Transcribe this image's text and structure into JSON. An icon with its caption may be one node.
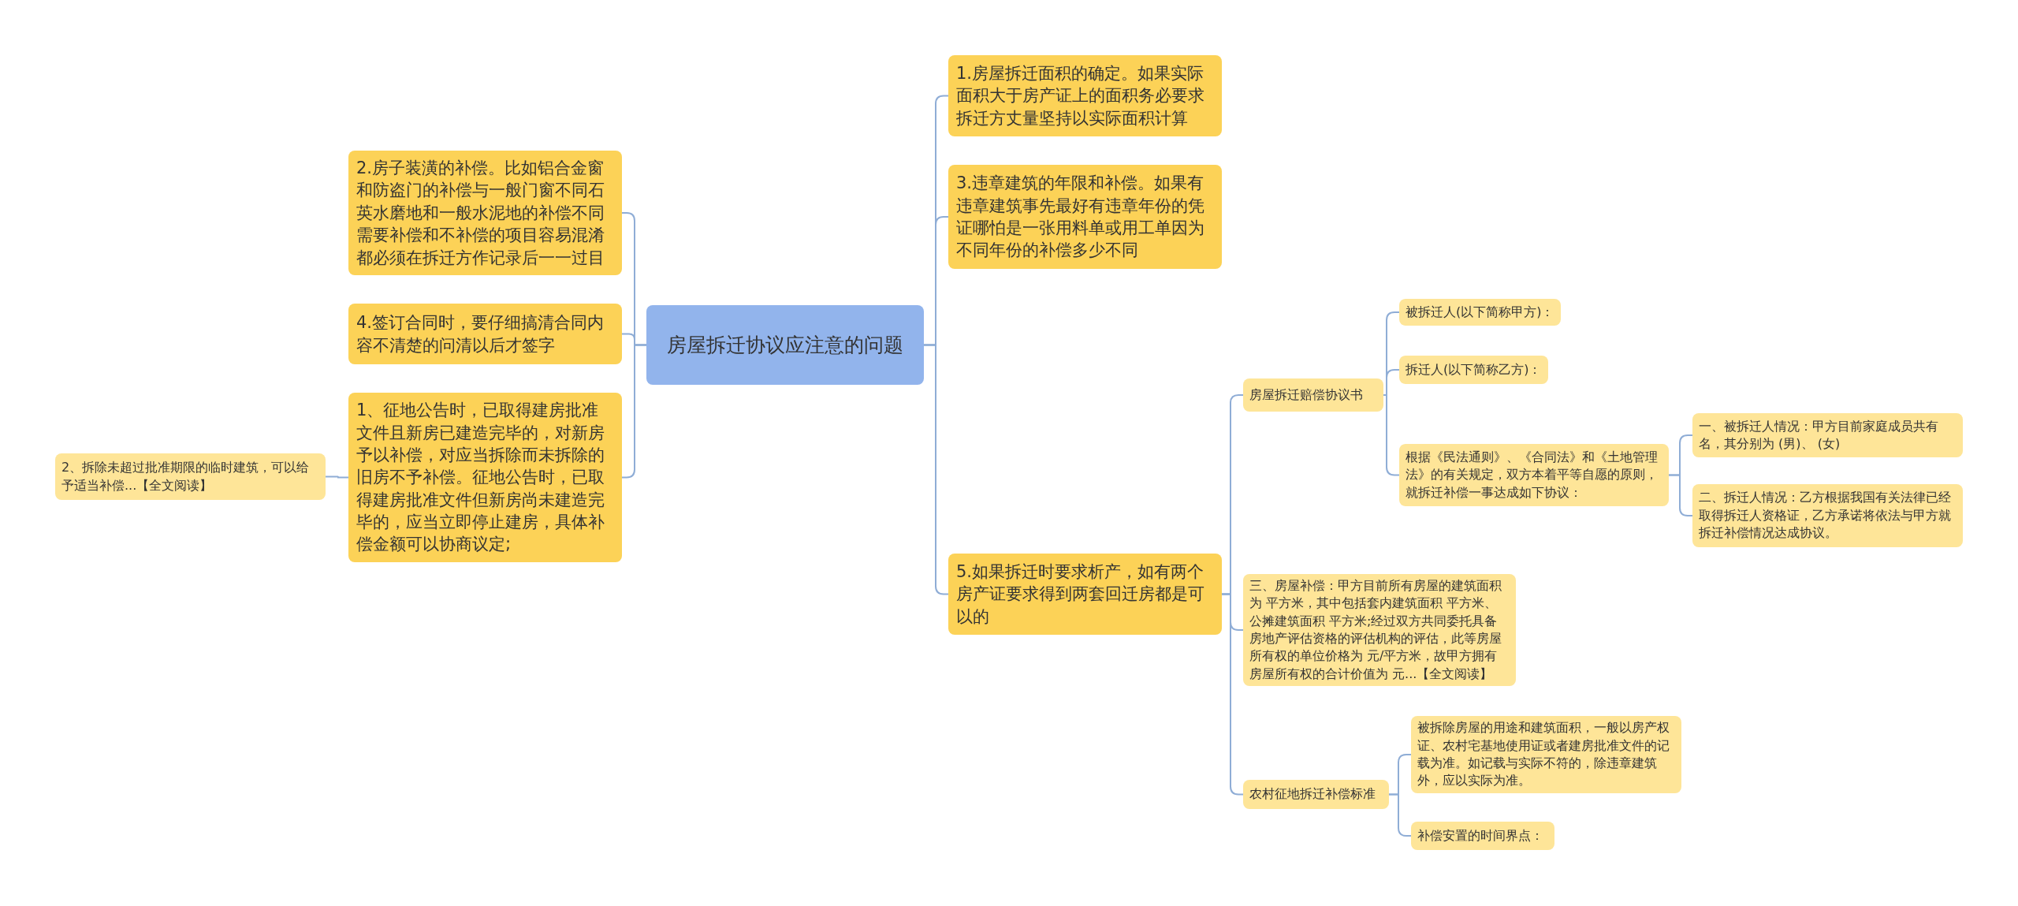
{
  "diagram": {
    "nodes": [
      {
        "text": [
          "房屋拆迁协议应注意的问题"
        ]
      },
      {
        "text": [
          "2.房子装潢的补偿。比如铝合金窗和防盗门的补偿与一般门窗不同石英水磨地和一般水泥地的补偿不同需要补偿和不补偿的项目容易混淆都必须在拆迁方作记录后一一过目"
        ]
      },
      {
        "text": [
          "4.签订合同时，要仔细搞清合同内容不清楚的问清以后才签字"
        ]
      },
      {
        "text": [
          "1、征地公告时，已取得建房批准文件且新房已建造完毕的，对新房予以补偿，对应当拆除而未拆除的旧房不予补偿。征地公告时，已取得建房批准文件但新房尚未建造完毕的，应当立即停止建房，具体补偿金额可以协商议定;"
        ]
      },
      {
        "text": [
          "2、拆除未超过批准期限的临时建筑，可以给予适当补偿...【全文阅读】"
        ]
      },
      {
        "text": [
          "1.房屋拆迁面积的确定。如果实际面积大于房产证上的面积务必要求拆迁方丈量坚持以实际面积计算"
        ]
      },
      {
        "text": [
          "3.违章建筑的年限和补偿。如果有违章建筑事先最好有违章年份的凭证哪怕是一张用料单或用工单因为不同年份的补偿多少不同"
        ]
      },
      {
        "text": [
          "5.如果拆迁时要求析产，如有两个房产证要求得到两套回迁房都是可以的"
        ]
      },
      {
        "text": [
          "房屋拆迁赔偿协议书"
        ]
      },
      {
        "text": [
          "被拆迁人(以下简称甲方)："
        ]
      },
      {
        "text": [
          "拆迁人(以下简称乙方)："
        ]
      },
      {
        "text": [
          "根据《民法通则》、《合同法》和《土地管理法》的有关规定，双方本着平等自愿的原则，就拆迁补偿一事达成如下协议："
        ]
      },
      {
        "text": [
          "一、被拆迁人情况：甲方目前家庭成员共有名，其分别为 (男)、 (女)"
        ]
      },
      {
        "text": [
          "二、拆迁人情况：乙方根据我国有关法律已经取得拆迁人资格证，乙方承诺将依法与甲方就拆迁补偿情况达成协议。"
        ]
      },
      {
        "text": [
          "三、房屋补偿：甲方目前所有房屋的建筑面积为 平方米，其中包括套内建筑面积 平方米、公摊建筑面积 平方米;经过双方共同委托具备房地产评估资格的评估机构的评估，此等房屋所有权的单位价格为 元/平方米，故甲方拥有房屋所有权的合计价值为 元...【全文阅读】"
        ]
      },
      {
        "text": [
          "农村征地拆迁补偿标准"
        ]
      },
      {
        "text": [
          "被拆除房屋的用途和建筑面积，一般以房产权证、农村宅基地使用证或者建房批准文件的记载为准。如记载与实际不符的，除违章建筑外，应以实际为准。"
        ]
      },
      {
        "text": [
          "补偿安置的时间界点："
        ]
      }
    ],
    "edges": [
      {
        "from": 0,
        "to": 1,
        "arrow": "none"
      },
      {
        "from": 0,
        "to": 2,
        "arrow": "none"
      },
      {
        "from": 0,
        "to": 3,
        "arrow": "none"
      },
      {
        "from": 3,
        "to": 4,
        "arrow": "none"
      },
      {
        "from": 0,
        "to": 5,
        "arrow": "none"
      },
      {
        "from": 0,
        "to": 6,
        "arrow": "none"
      },
      {
        "from": 0,
        "to": 7,
        "arrow": "none"
      },
      {
        "from": 7,
        "to": 8,
        "arrow": "none"
      },
      {
        "from": 8,
        "to": 9,
        "arrow": "none"
      },
      {
        "from": 8,
        "to": 10,
        "arrow": "none"
      },
      {
        "from": 8,
        "to": 11,
        "arrow": "none"
      },
      {
        "from": 11,
        "to": 12,
        "arrow": "none"
      },
      {
        "from": 11,
        "to": 13,
        "arrow": "none"
      },
      {
        "from": 7,
        "to": 14,
        "arrow": "none"
      },
      {
        "from": 7,
        "to": 15,
        "arrow": "none"
      },
      {
        "from": 15,
        "to": 16,
        "arrow": "none"
      },
      {
        "from": 15,
        "to": 17,
        "arrow": "none"
      }
    ]
  }
}
